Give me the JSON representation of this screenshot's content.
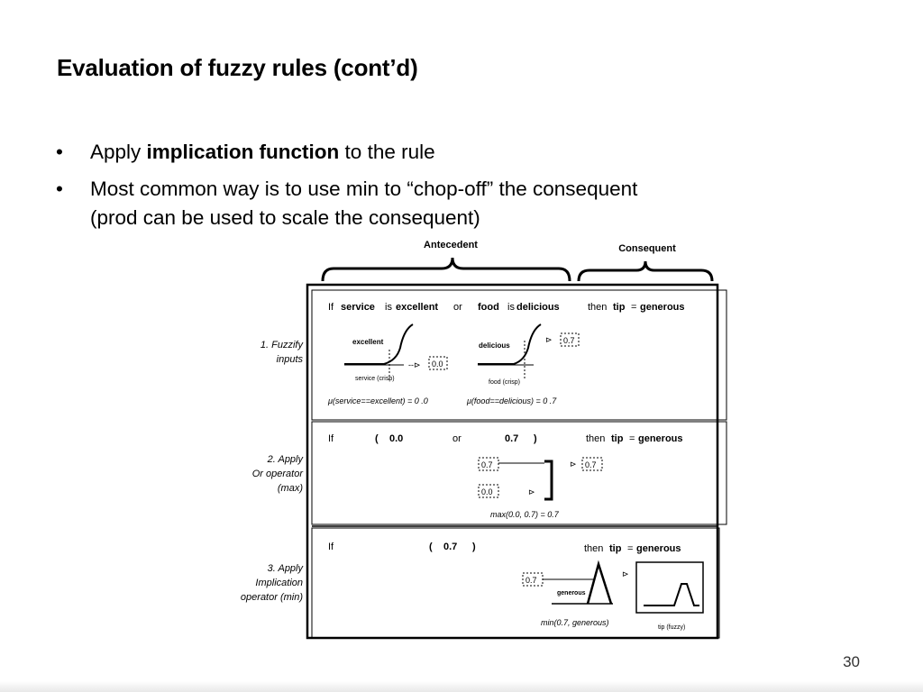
{
  "slide": {
    "title": "Evaluation of fuzzy rules (cont’d)",
    "bullets": [
      {
        "pre": "Apply ",
        "bold": "implication function",
        "post": " to the rule"
      },
      {
        "line1": "Most common way is to use min to “chop-off” the consequent",
        "line2": "(prod can be used to scale the consequent)"
      }
    ],
    "page_number": "30"
  },
  "figure": {
    "antecedent": "Antecedent",
    "consequent": "Consequent",
    "steps": [
      {
        "line1": "1. Fuzzify",
        "line2": "inputs"
      },
      {
        "line1": "2. Apply",
        "line2": "Or operator",
        "line3": "(max)"
      },
      {
        "line1": "3. Apply",
        "line2": "Implication",
        "line3": "operator (min)"
      }
    ],
    "row1": {
      "if": "If",
      "service": "service",
      "is1": "is",
      "excellent": "excellent",
      "or": "or",
      "food": "food",
      "is2": "is",
      "delicious": "delicious",
      "then": "then",
      "tip": "tip",
      "eq": "=",
      "generous": "generous",
      "mf1_label": "excellent",
      "mf2_label": "delicious",
      "input1_label": "service (crisp)",
      "input2_label": "food (crisp)",
      "val1": "0.0",
      "val2": "0.7",
      "mu1": "μ(service==excellent) = 0 .0",
      "mu2": "μ(food==delicious) = 0 .7"
    },
    "row2": {
      "if": "If",
      "open": "(",
      "v1": "0.0",
      "or": "or",
      "v2": "0.7",
      "close": ")",
      "then": "then",
      "tip": "tip",
      "eq": "=",
      "generous": "generous",
      "box1": "0.7",
      "box2": "0.0",
      "result": "0.7",
      "max": "max(0.0, 0.7) = 0.7"
    },
    "row3": {
      "if": "If",
      "open": "(",
      "v": "0.7",
      "close": ")",
      "then": "then",
      "tip": "tip",
      "eq": "=",
      "generous": "generous",
      "box": "0.7",
      "mf_label": "generous",
      "min": "min(0.7, generous)",
      "output": "tip (fuzzy)"
    }
  }
}
